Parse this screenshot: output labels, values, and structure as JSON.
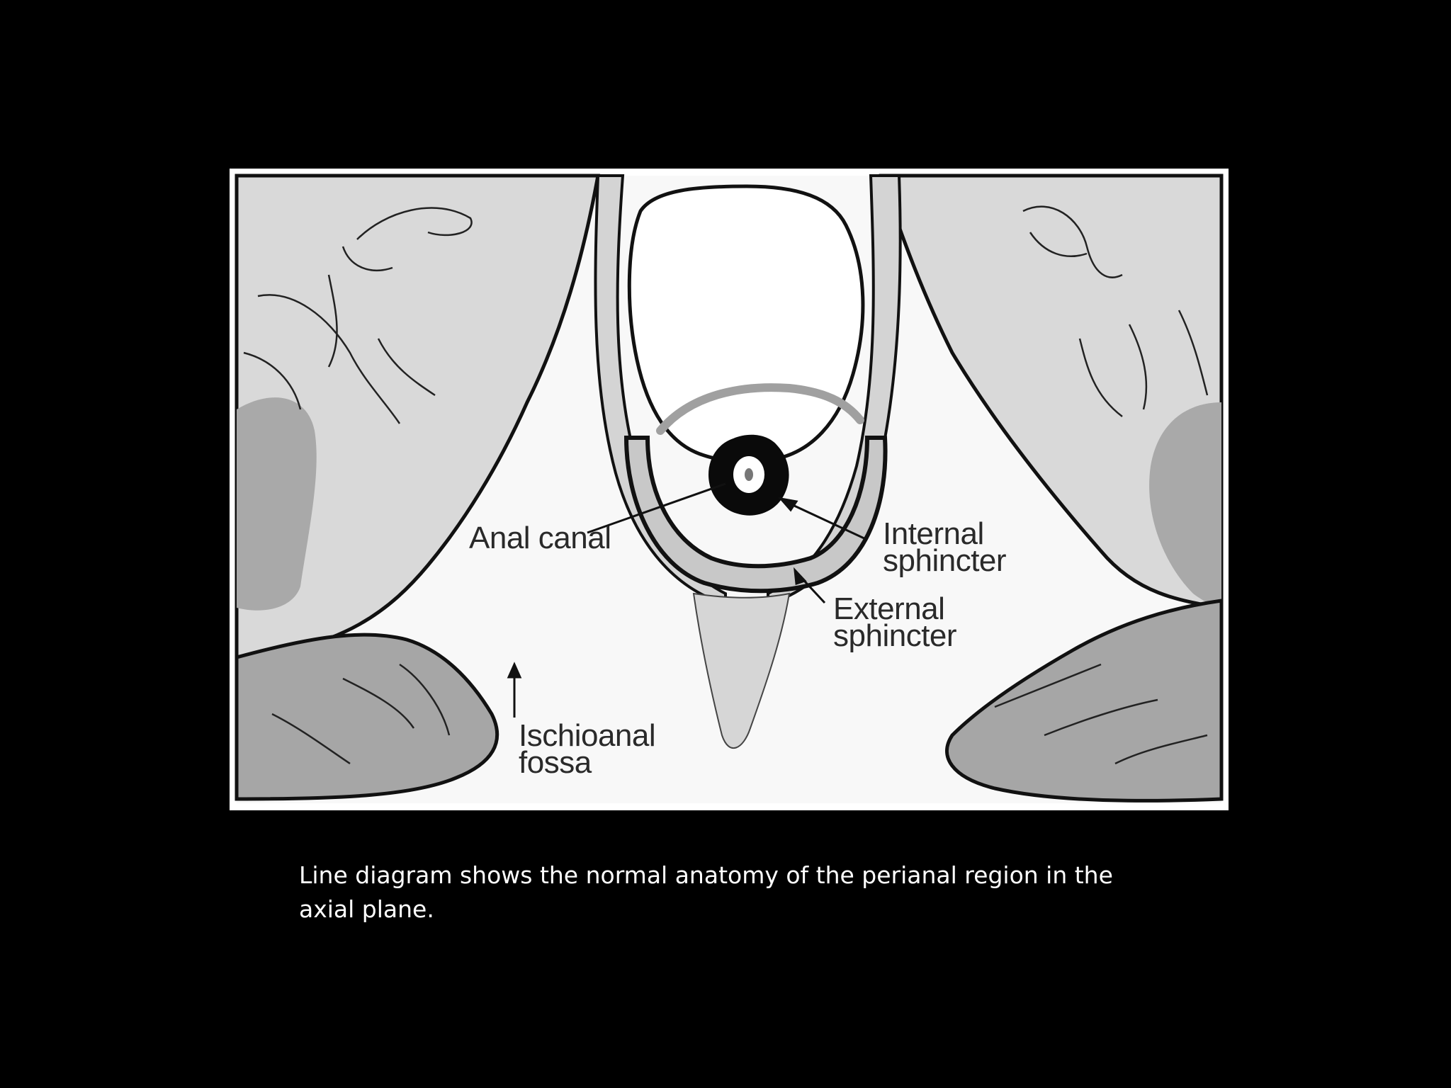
{
  "figure": {
    "labels": {
      "anal_canal": "Anal canal",
      "internal_sphincter_line1": "Internal",
      "internal_sphincter_line2": "sphincter",
      "external_sphincter_line1": "External",
      "external_sphincter_line2": "sphincter",
      "ischioanal_fossa_line1": "Ischioanal",
      "ischioanal_fossa_line2": "fossa"
    },
    "colors": {
      "background": "#000000",
      "panel": "#ffffff",
      "muscle_light": "#d8d8d8",
      "muscle_medium": "#b4b4b4",
      "muscle_dark": "#a8a8a8",
      "outline": "#111111",
      "sphincter": "#0a0a0a"
    }
  },
  "caption": {
    "text": "Line diagram shows the normal anatomy of the perianal region in the axial plane."
  }
}
